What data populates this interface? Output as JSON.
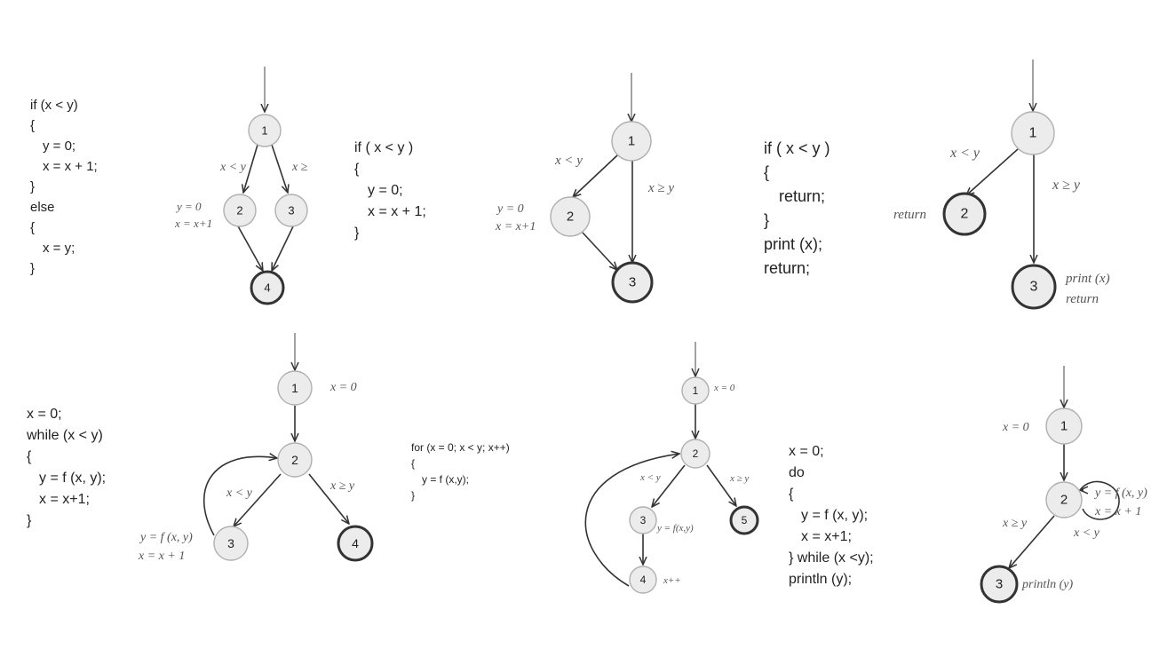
{
  "panels": [
    {
      "code": [
        "if (x < y)",
        "{",
        "y = 0;",
        "x = x + 1;",
        "}",
        "else",
        "{",
        "x = y;",
        "}"
      ],
      "nodes": [
        "1",
        "2",
        "3",
        "4"
      ],
      "edge_labels": [
        "x < y",
        "x ≥",
        "y = 0",
        "x = x+1"
      ]
    },
    {
      "code": [
        "if ( x < y )",
        "{",
        "y = 0;",
        "x = x + 1;",
        "}"
      ],
      "nodes": [
        "1",
        "2",
        "3"
      ],
      "edge_labels": [
        "x < y",
        "x ≥ y",
        "y = 0",
        "x = x+1"
      ]
    },
    {
      "code": [
        "if ( x < y )",
        "{",
        "return;",
        "}",
        "print (x);",
        "return;"
      ],
      "nodes": [
        "1",
        "2",
        "3"
      ],
      "edge_labels": [
        "x < y",
        "x ≥ y",
        "return",
        "print (x)",
        "return"
      ]
    },
    {
      "code": [
        "x = 0;",
        "while (x < y)",
        "{",
        "y = f (x, y);",
        "x = x+1;",
        "}"
      ],
      "nodes": [
        "1",
        "2",
        "3",
        "4"
      ],
      "edge_labels": [
        "x = 0",
        "x < y",
        "x ≥ y",
        "y = f (x, y)",
        "x = x + 1"
      ]
    },
    {
      "code": [
        "for (x = 0; x < y; x++)",
        "{",
        "y = f (x,y);",
        "}"
      ],
      "nodes": [
        "1",
        "2",
        "3",
        "4",
        "5"
      ],
      "edge_labels": [
        "x = 0",
        "x < y",
        "x ≥ y",
        "y = f(x,y)",
        "x++"
      ]
    },
    {
      "code": [
        "x = 0;",
        "do",
        "{",
        "y = f (x, y);",
        "x = x+1;",
        "} while (x <y);",
        "println (y);"
      ],
      "nodes": [
        "1",
        "2",
        "3"
      ],
      "edge_labels": [
        "x = 0",
        "y = f (x, y)",
        "x = x + 1",
        "x ≥ y",
        "x < y",
        "println (y)"
      ]
    }
  ]
}
